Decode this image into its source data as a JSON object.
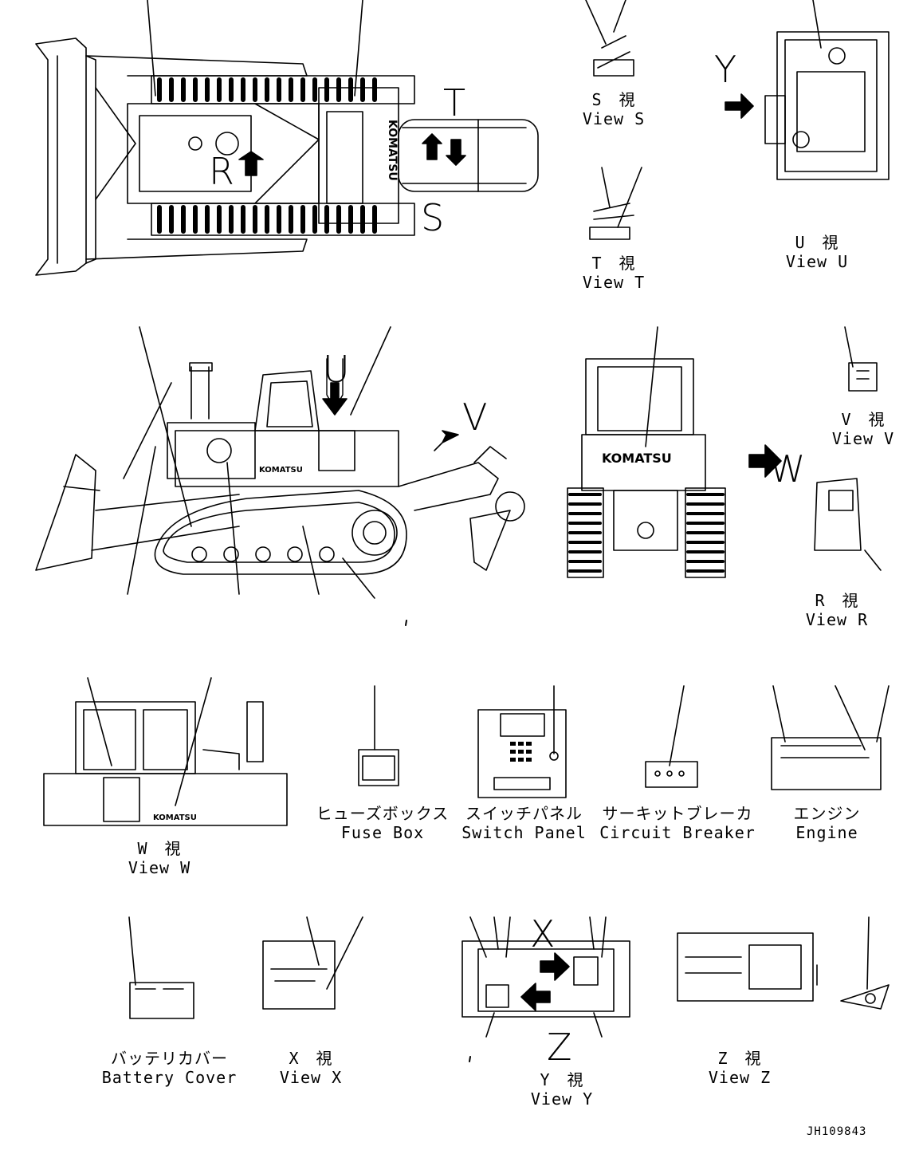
{
  "views": {
    "s": {
      "jp": "S　視",
      "en": "View S"
    },
    "t": {
      "jp": "T　視",
      "en": "View T"
    },
    "u": {
      "jp": "U　視",
      "en": "View U"
    },
    "v": {
      "jp": "V　視",
      "en": "View V"
    },
    "r": {
      "jp": "R　視",
      "en": "View R"
    },
    "w": {
      "jp": "W　視",
      "en": "View W"
    },
    "x": {
      "jp": "X　視",
      "en": "View X"
    },
    "y": {
      "jp": "Y　視",
      "en": "View Y"
    },
    "z": {
      "jp": "Z　視",
      "en": "View Z"
    }
  },
  "parts": {
    "fuse_box": {
      "jp": "ヒューズボックス",
      "en": "Fuse Box"
    },
    "switch_panel": {
      "jp": "スイッチパネル",
      "en": "Switch Panel"
    },
    "circuit_breaker": {
      "jp": "サーキットブレーカ",
      "en": "Circuit Breaker"
    },
    "engine": {
      "jp": "エンジン",
      "en": "Engine"
    },
    "battery_cover": {
      "jp": "バッテリカバー",
      "en": "Battery Cover"
    }
  },
  "markers": {
    "R": "R",
    "S": "S",
    "T": "T",
    "U": "U",
    "V": "V",
    "W": "W",
    "X": "X",
    "Y": "Y",
    "Z": "Z"
  },
  "brand": "KOMATSU",
  "drawing_code": "JH109843"
}
